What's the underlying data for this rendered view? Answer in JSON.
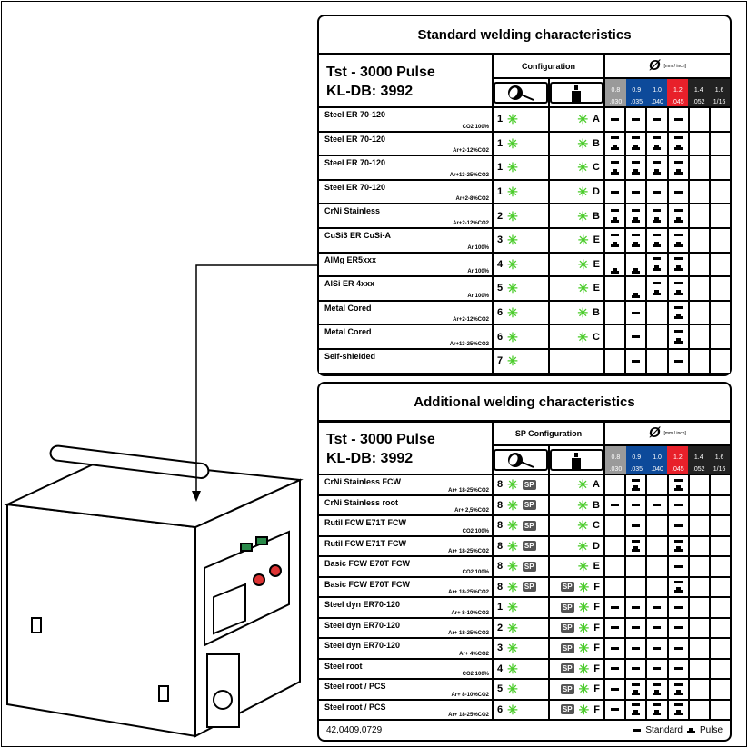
{
  "header": {
    "model": "Tst - 3000 Pulse",
    "db": "KL-DB: 3992",
    "diameter_symbol": "Ø",
    "diameter_unit": "[mm / inch]",
    "diameters": [
      {
        "mm": "0.8",
        "inch": ".030",
        "color": "#9a9a9a"
      },
      {
        "mm": "0.9",
        "inch": ".035",
        "color": "#0d4a9a"
      },
      {
        "mm": "1.0",
        "inch": ".040",
        "color": "#0d4a9a"
      },
      {
        "mm": "1.2",
        "inch": ".045",
        "color": "#e8202a"
      },
      {
        "mm": "1.4",
        "inch": ".052",
        "color": "#222222"
      },
      {
        "mm": "1.6",
        "inch": "1/16",
        "color": "#222222"
      }
    ]
  },
  "standard": {
    "title": "Standard welding characteristics",
    "config_label": "Configuration",
    "rows": [
      {
        "name": "Steel ER 70-120",
        "gas": "CO2 100%",
        "n": "1",
        "sp1": false,
        "sp2": false,
        "letter": "A",
        "cells": [
          "S",
          "S",
          "S",
          "S",
          "",
          ""
        ]
      },
      {
        "name": "Steel ER 70-120",
        "gas": "Ar+2-12%CO2",
        "n": "1",
        "sp1": false,
        "sp2": false,
        "letter": "B",
        "cells": [
          "SP",
          "SP",
          "SP",
          "SP",
          "",
          ""
        ]
      },
      {
        "name": "Steel ER 70-120",
        "gas": "Ar+13-25%CO2",
        "n": "1",
        "sp1": false,
        "sp2": false,
        "letter": "C",
        "cells": [
          "SP",
          "SP",
          "SP",
          "SP",
          "",
          ""
        ]
      },
      {
        "name": "Steel ER 70-120",
        "gas": "Ar+2-8%CO2",
        "n": "1",
        "sp1": false,
        "sp2": false,
        "letter": "D",
        "cells": [
          "S",
          "S",
          "S",
          "S",
          "",
          ""
        ]
      },
      {
        "name": "CrNi Stainless",
        "gas": "Ar+2-12%CO2",
        "n": "2",
        "sp1": false,
        "sp2": false,
        "letter": "B",
        "cells": [
          "SP",
          "SP",
          "SP",
          "SP",
          "",
          ""
        ]
      },
      {
        "name": "CuSi3 ER CuSi-A",
        "gas": "Ar 100%",
        "n": "3",
        "sp1": false,
        "sp2": false,
        "letter": "E",
        "cells": [
          "SP",
          "SP",
          "SP",
          "SP",
          "",
          ""
        ]
      },
      {
        "name": "AlMg ER5xxx",
        "gas": "Ar 100%",
        "n": "4",
        "sp1": false,
        "sp2": false,
        "letter": "E",
        "cells": [
          "P",
          "P",
          "SP",
          "SP",
          "",
          ""
        ]
      },
      {
        "name": "AlSi ER 4xxx",
        "gas": "Ar 100%",
        "n": "5",
        "sp1": false,
        "sp2": false,
        "letter": "E",
        "cells": [
          "",
          "P",
          "SP",
          "SP",
          "",
          ""
        ]
      },
      {
        "name": "Metal Cored",
        "gas": "Ar+2-12%CO2",
        "n": "6",
        "sp1": false,
        "sp2": false,
        "letter": "B",
        "cells": [
          "",
          "S",
          "",
          "SP",
          "",
          ""
        ]
      },
      {
        "name": "Metal Cored",
        "gas": "Ar+13-25%CO2",
        "n": "6",
        "sp1": false,
        "sp2": false,
        "letter": "C",
        "cells": [
          "",
          "S",
          "",
          "SP",
          "",
          ""
        ]
      },
      {
        "name": "Self-shielded",
        "gas": "",
        "n": "7",
        "sp1": false,
        "sp2": false,
        "letter": "",
        "cells": [
          "",
          "S",
          "",
          "S",
          "",
          ""
        ]
      }
    ]
  },
  "additional": {
    "title": "Additional welding characteristics",
    "config_label": "SP Configuration",
    "rows": [
      {
        "name": "CrNi Stainless FCW",
        "gas": "Ar+ 18-25%CO2",
        "n": "8",
        "sp1": true,
        "sp2": false,
        "letter": "A",
        "cells": [
          "",
          "SP",
          "",
          "SP",
          "",
          ""
        ]
      },
      {
        "name": "CrNi Stainless root",
        "gas": "Ar+ 2,5%CO2",
        "n": "8",
        "sp1": true,
        "sp2": false,
        "letter": "B",
        "cells": [
          "S",
          "S",
          "S",
          "S",
          "",
          ""
        ]
      },
      {
        "name": "Rutil FCW E71T FCW",
        "gas": "CO2 100%",
        "n": "8",
        "sp1": true,
        "sp2": false,
        "letter": "C",
        "cells": [
          "",
          "S",
          "",
          "S",
          "",
          ""
        ]
      },
      {
        "name": "Rutil FCW E71T FCW",
        "gas": "Ar+ 18-25%CO2",
        "n": "8",
        "sp1": true,
        "sp2": false,
        "letter": "D",
        "cells": [
          "",
          "SP",
          "",
          "SP",
          "",
          ""
        ]
      },
      {
        "name": "Basic FCW E70T FCW",
        "gas": "CO2 100%",
        "n": "8",
        "sp1": true,
        "sp2": false,
        "letter": "E",
        "cells": [
          "",
          "",
          "",
          "S",
          "",
          ""
        ]
      },
      {
        "name": "Basic FCW E70T FCW",
        "gas": "Ar+ 18-25%CO2",
        "n": "8",
        "sp1": true,
        "sp2": true,
        "letter": "F",
        "cells": [
          "",
          "",
          "",
          "SP",
          "",
          ""
        ]
      },
      {
        "name": "Steel dyn ER70-120",
        "gas": "Ar+ 8-10%CO2",
        "n": "1",
        "sp1": false,
        "sp2": true,
        "letter": "F",
        "cells": [
          "S",
          "S",
          "S",
          "S",
          "",
          ""
        ]
      },
      {
        "name": "Steel dyn ER70-120",
        "gas": "Ar+ 18-25%CO2",
        "n": "2",
        "sp1": false,
        "sp2": true,
        "letter": "F",
        "cells": [
          "S",
          "S",
          "S",
          "S",
          "",
          ""
        ]
      },
      {
        "name": "Steel dyn ER70-120",
        "gas": "Ar+ 4%CO2",
        "n": "3",
        "sp1": false,
        "sp2": true,
        "letter": "F",
        "cells": [
          "S",
          "S",
          "S",
          "S",
          "",
          ""
        ]
      },
      {
        "name": "Steel root",
        "gas": "CO2 100%",
        "n": "4",
        "sp1": false,
        "sp2": true,
        "letter": "F",
        "cells": [
          "S",
          "S",
          "S",
          "S",
          "",
          ""
        ]
      },
      {
        "name": "Steel root / PCS",
        "gas": "Ar+ 8-10%CO2",
        "n": "5",
        "sp1": false,
        "sp2": true,
        "letter": "F",
        "cells": [
          "S",
          "SP",
          "SP",
          "SP",
          "",
          ""
        ]
      },
      {
        "name": "Steel root / PCS",
        "gas": "Ar+ 18-25%CO2",
        "n": "6",
        "sp1": false,
        "sp2": true,
        "letter": "F",
        "cells": [
          "S",
          "SP",
          "SP",
          "SP",
          "",
          ""
        ]
      }
    ]
  },
  "footer": {
    "part_number": "42,0409,0729",
    "legend_standard": "Standard",
    "legend_pulse": "Pulse"
  },
  "sp_label": "SP",
  "star": "✳"
}
